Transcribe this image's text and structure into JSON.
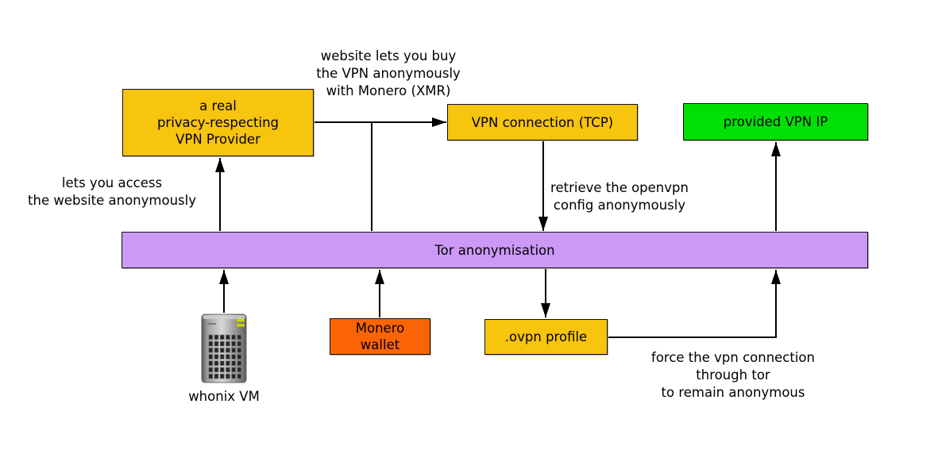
{
  "diagram": {
    "background_color": "#ffffff",
    "line_color": "#000000",
    "colors": {
      "yellow_box": "#f7c40e",
      "green_box": "#00e005",
      "orange_box": "#fa6405",
      "purple_bar": "#cc99f7"
    },
    "nodes": {
      "vpn_provider": {
        "label": "a real\nprivacy-respecting\nVPN Provider",
        "color": "#f7c40e"
      },
      "vpn_connection": {
        "label": "VPN connection (TCP)",
        "color": "#f7c40e"
      },
      "provided_vpn_ip": {
        "label": "provided VPN IP",
        "color": "#00e005"
      },
      "tor": {
        "label": "Tor anonymisation",
        "color": "#cc99f7"
      },
      "monero_wallet": {
        "label": "Monero\nwallet",
        "color": "#fa6405"
      },
      "ovpn_profile": {
        "label": ".ovpn profile",
        "color": "#f7c40e"
      },
      "whonix_vm": {
        "label": "whonix VM",
        "icon": "server-tower-icon"
      }
    },
    "annotations": {
      "buy_vpn": "website lets you buy\nthe VPN anonymously\nwith Monero (XMR)",
      "access_website": "lets you access\nthe website anonymously",
      "retrieve_config": "retrieve the openvpn\nconfig anonymously",
      "force_through_tor": "force the vpn connection\nthrough tor\nto remain anonymous"
    },
    "edges": [
      {
        "from": "tor",
        "to": "vpn_provider",
        "arrow": "up",
        "annotation": "access_website"
      },
      {
        "from": "vpn_provider",
        "to": "vpn_connection",
        "arrow": "right",
        "annotation": "buy_vpn"
      },
      {
        "from": "vpn_provider_line",
        "to": "tor",
        "arrow": "none"
      },
      {
        "from": "vpn_connection",
        "to": "tor",
        "arrow": "down",
        "annotation": "retrieve_config"
      },
      {
        "from": "tor",
        "to": "provided_vpn_ip",
        "arrow": "up"
      },
      {
        "from": "whonix_vm",
        "to": "tor",
        "arrow": "up"
      },
      {
        "from": "monero_wallet",
        "to": "tor",
        "arrow": "up"
      },
      {
        "from": "tor",
        "to": "ovpn_profile",
        "arrow": "down"
      },
      {
        "from": "ovpn_profile",
        "to": "tor",
        "arrow": "up",
        "annotation": "force_through_tor"
      }
    ]
  }
}
